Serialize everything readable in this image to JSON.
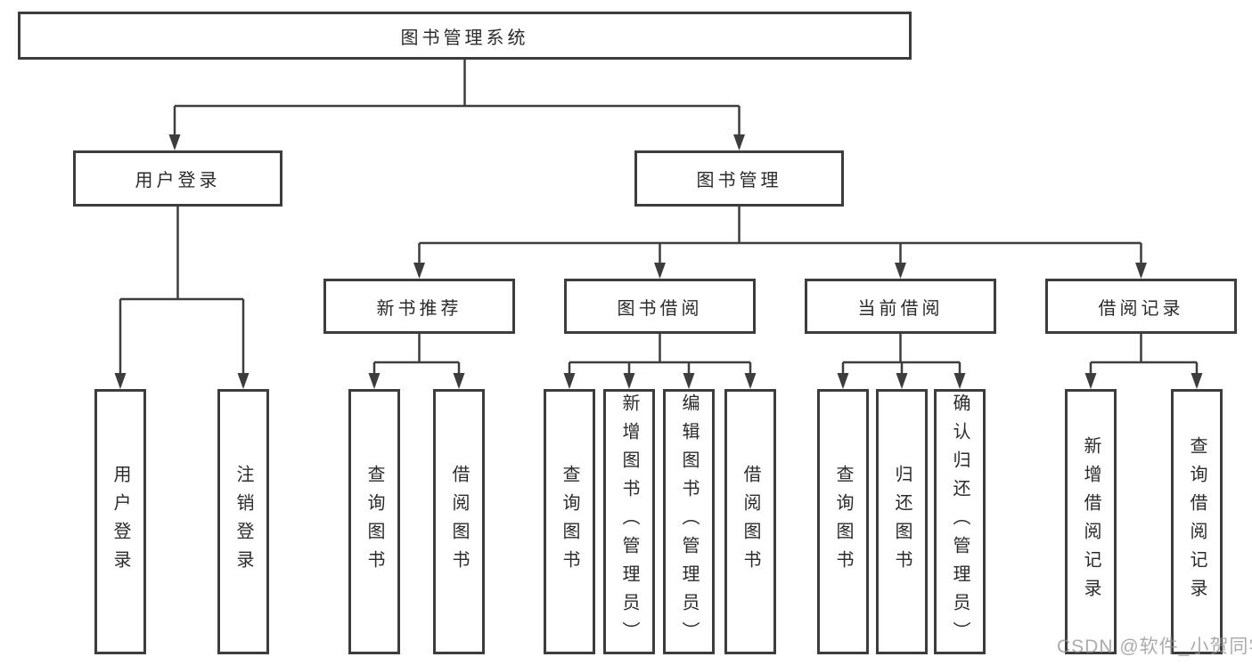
{
  "colors": {
    "line": "#3d3d3d",
    "box_border": "#3d3d3d",
    "box_background": "#ffffff",
    "text": "#2b2b2b",
    "watermark": "#949494"
  },
  "tree": {
    "label": "图书管理系统",
    "children": [
      {
        "label": "用户登录",
        "children": [
          {
            "label": "用户登录"
          },
          {
            "label": "注销登录"
          }
        ]
      },
      {
        "label": "图书管理",
        "children": [
          {
            "label": "新书推荐",
            "children": [
              {
                "label": "查询图书"
              },
              {
                "label": "借阅图书"
              }
            ]
          },
          {
            "label": "图书借阅",
            "children": [
              {
                "label": "查询图书"
              },
              {
                "label": "新增图书（管理员）"
              },
              {
                "label": "编辑图书（管理员）"
              },
              {
                "label": "借阅图书"
              }
            ]
          },
          {
            "label": "当前借阅",
            "children": [
              {
                "label": "查询图书"
              },
              {
                "label": "归还图书"
              },
              {
                "label": "确认归还（管理员）"
              }
            ]
          },
          {
            "label": "借阅记录",
            "children": [
              {
                "label": "新增借阅记录"
              },
              {
                "label": "查询借阅记录"
              }
            ]
          }
        ]
      }
    ]
  },
  "watermark": {
    "text": "CSDN @软件_小贺同学"
  }
}
